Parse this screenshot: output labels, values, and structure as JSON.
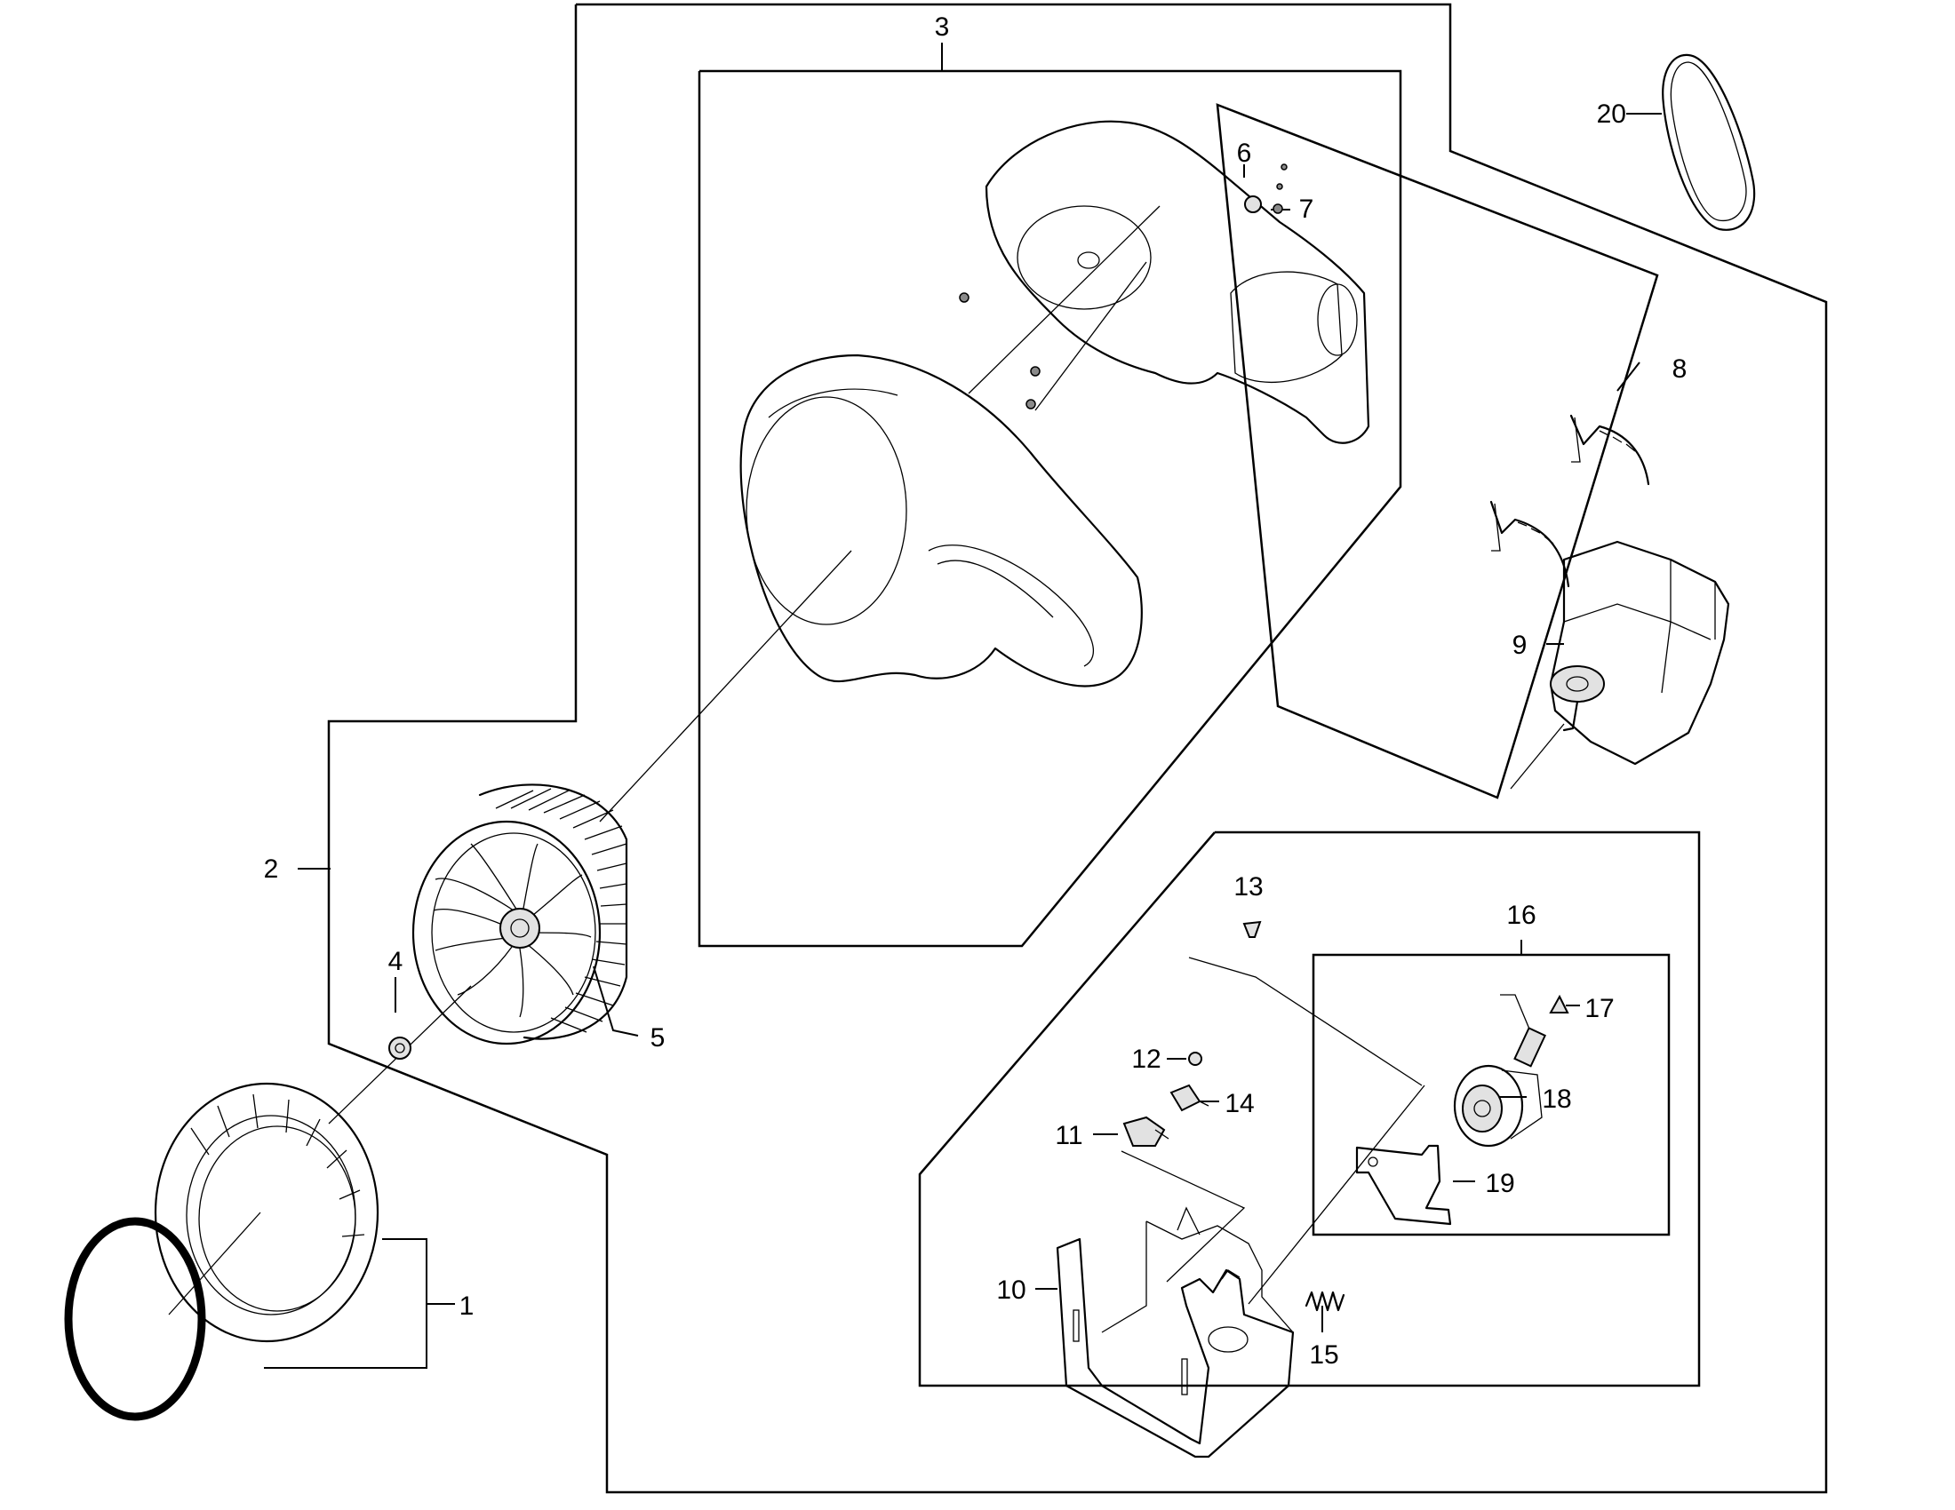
{
  "callouts": {
    "c1": "1",
    "c2": "2",
    "c3": "3",
    "c4": "4",
    "c5": "5",
    "c6": "6",
    "c7": "7",
    "c8": "8",
    "c9": "9",
    "c10": "10",
    "c11": "11",
    "c12": "12",
    "c13": "13",
    "c14": "14",
    "c15": "15",
    "c16": "16",
    "c17": "17",
    "c18": "18",
    "c19": "19",
    "c20": "20"
  },
  "parts": [
    {
      "id": "drum-ring-seal",
      "callout": "1"
    },
    {
      "id": "blower-assembly",
      "callout": "2"
    },
    {
      "id": "duct-housing-assembly",
      "callout": "3"
    },
    {
      "id": "nut",
      "callout": "4"
    },
    {
      "id": "blower-impeller",
      "callout": "5"
    },
    {
      "id": "clip",
      "callout": "6"
    },
    {
      "id": "screw",
      "callout": "7"
    },
    {
      "id": "motor-clamp",
      "callout": "8"
    },
    {
      "id": "drive-motor",
      "callout": "9"
    },
    {
      "id": "motor-bracket",
      "callout": "10"
    },
    {
      "id": "switch",
      "callout": "11"
    },
    {
      "id": "screw",
      "callout": "12"
    },
    {
      "id": "screw",
      "callout": "13"
    },
    {
      "id": "switch-holder",
      "callout": "14"
    },
    {
      "id": "idler-spring",
      "callout": "15"
    },
    {
      "id": "idler-pulley-assembly",
      "callout": "16"
    },
    {
      "id": "ring",
      "callout": "17"
    },
    {
      "id": "pulley",
      "callout": "18"
    },
    {
      "id": "idler-lever",
      "callout": "19"
    },
    {
      "id": "drive-belt",
      "callout": "20"
    }
  ]
}
